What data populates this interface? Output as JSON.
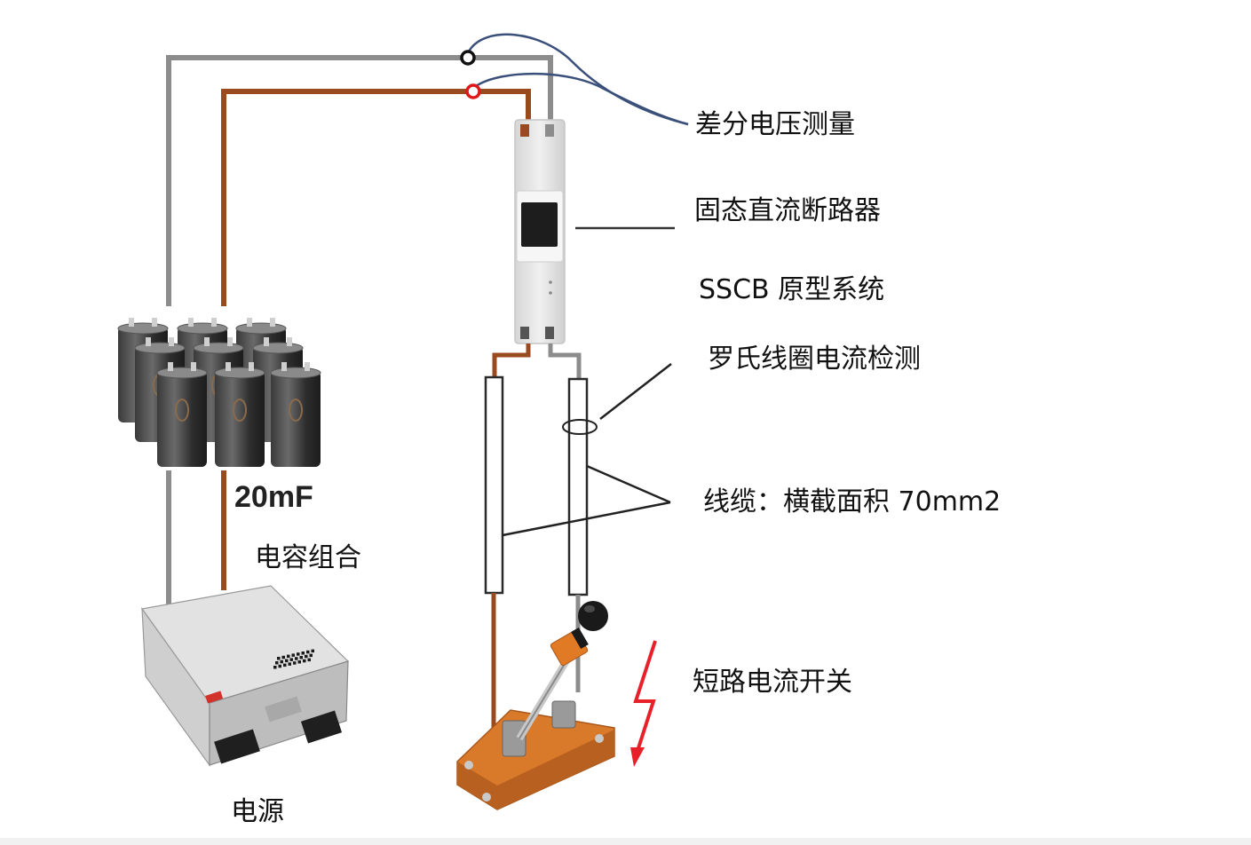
{
  "labels": {
    "diff_voltage": "差分电压测量",
    "sscb": "固态直流断路器",
    "sscb_proto": "SSCB 原型系统",
    "rogowski": "罗氏线圈电流检测",
    "cable": "线缆：横截面积 70mm2",
    "short_switch": "短路电流开关",
    "cap_value": "20mF",
    "cap_bank": "电容组合",
    "power": "电源"
  },
  "colors": {
    "gray_wire": "#8c8c8c",
    "brown_wire": "#9a4a1f",
    "probe_wire": "#3a4f7a",
    "lightning": "#e8202a",
    "switch_base": "#d97a2b",
    "device_body": "#e4e4e4"
  },
  "icons": {
    "capacitor": "capacitor-icon",
    "power_supply": "power-supply-icon",
    "breaker": "sscb-device-icon",
    "switch": "knife-switch-icon",
    "lightning": "lightning-icon"
  }
}
